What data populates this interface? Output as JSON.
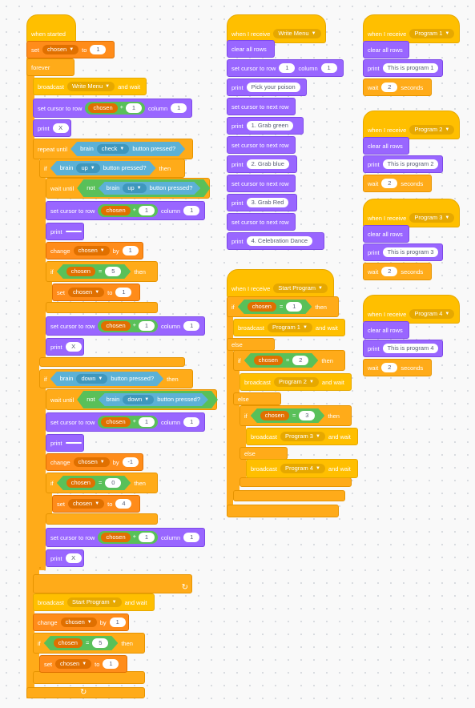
{
  "colors": {
    "events": "#ffbf00",
    "control": "#ffab19",
    "variables": "#ff8c1a",
    "pen": "#9966ff",
    "sensing": "#5cb1d6",
    "operators": "#59c059",
    "canvas": "#f9f9f9"
  },
  "icons": {
    "dropdown": "dropdown-arrow-icon",
    "loop": "loop-arrow-icon"
  },
  "kw": {
    "when_started": "when started",
    "set": "set",
    "to": "to",
    "forever": "forever",
    "broadcast": "broadcast",
    "and_wait": "and wait",
    "set_cursor_row": "set cursor to row",
    "column": "column",
    "print": "print",
    "repeat_until": "repeat until",
    "brain": "brain",
    "button_pressed": "button pressed?",
    "if": "if",
    "then": "then",
    "wait_until": "wait until",
    "not": "not",
    "change": "change",
    "by": "by",
    "when_receive": "when I receive",
    "clear_all_rows": "clear all rows",
    "set_cursor_next": "set cursor to next row",
    "else": "else",
    "wait": "wait",
    "seconds": "seconds",
    "eq": "=",
    "plus": "+",
    "arrow": "▼",
    "loop_arrow": "↻"
  },
  "values": {
    "chosen": "chosen",
    "one": "1",
    "five": "5",
    "zero": "0",
    "four": "4",
    "minus_one": "-1",
    "two": "2",
    "three": "3",
    "x": "X",
    "check": "check",
    "up": "up",
    "down": "down",
    "empty": ""
  },
  "messages": {
    "write_menu": "Write Menu",
    "start_program": "Start Program",
    "program_1": "Program 1",
    "program_2": "Program 2",
    "program_3": "Program 3",
    "program_4": "Program 4"
  },
  "text": {
    "pick": "Pick your poison",
    "grab_green": "1.  Grab green",
    "grab_blue": "2.  Grab blue",
    "grab_red": "3.  Grab Red",
    "celebration": "4.  Celebration Dance",
    "this_prog_1": "This is program 1",
    "this_prog_2": "This is program 2",
    "this_prog_3": "This is program 3",
    "this_prog_4": "This is program 4"
  }
}
